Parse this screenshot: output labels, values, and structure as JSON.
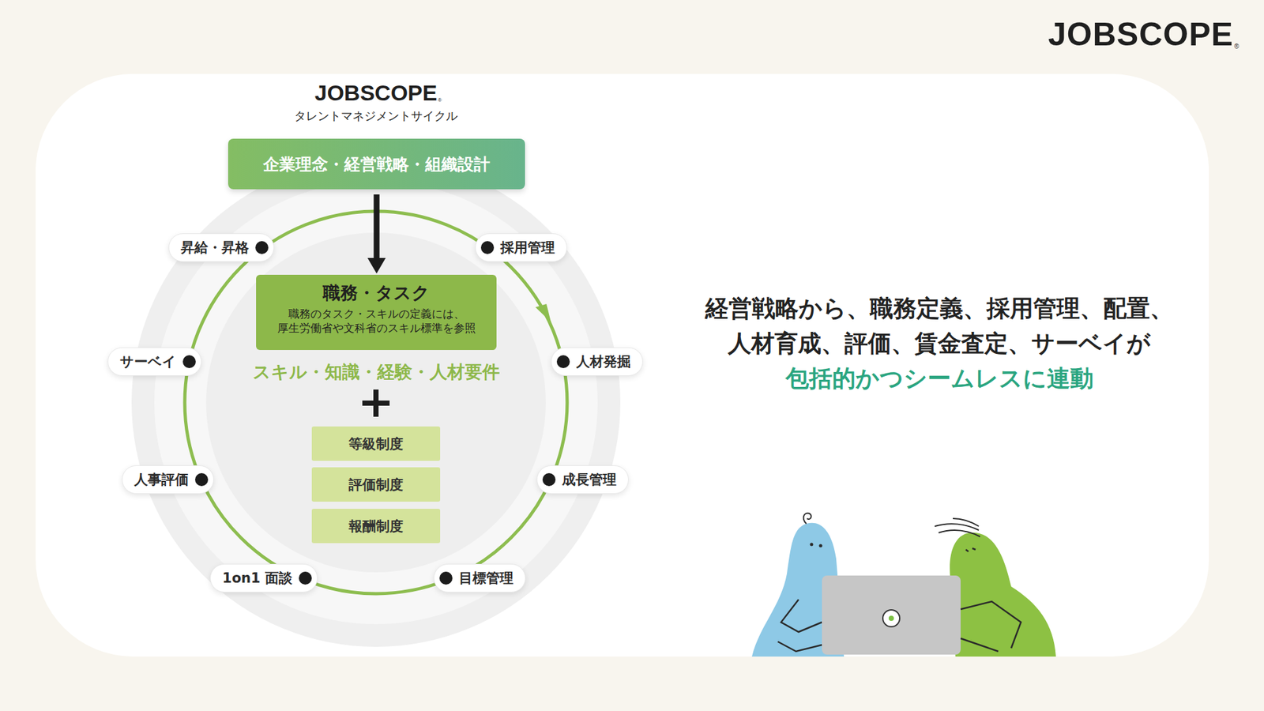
{
  "diagram": {
    "nodes": [
      {
        "text": [
          "企業理念・経営戦略・組織設計"
        ]
      },
      {
        "text": [
          "昇給・昇格"
        ]
      },
      {
        "text": [
          "採用管理"
        ]
      },
      {
        "text": [
          "職務・タスク",
          "職務のタスク・スキルの定義には、 厚生労働省や文科省のスキル標準を参照"
        ]
      },
      {
        "text": [
          "サーベイ"
        ]
      },
      {
        "text": [
          "人材発掘"
        ]
      },
      {
        "text": [
          "等級制度"
        ]
      },
      {
        "text": [
          "人事評価"
        ]
      },
      {
        "text": [
          "評価制度"
        ]
      },
      {
        "text": [
          "成長管理"
        ]
      },
      {
        "text": [
          "報酬制度"
        ]
      },
      {
        "text": [
          "1on1 面談"
        ]
      },
      {
        "text": [
          "目標管理"
        ]
      }
    ],
    "edges": [
      {
        "from": 0,
        "to": 3,
        "arrow": "to"
      }
    ],
    "labels": [
      "JOBSCOPE",
      "®",
      "JOBSCOPE",
      "®",
      "タレントマネジメントサイクル",
      "スキル・知識・経験・人材要件",
      "経営戦略から、職務定義、採用管理、配置、",
      "人材育成、評価、賃金査定、サーベイが",
      "包括的かつシームレスに連動"
    ]
  }
}
